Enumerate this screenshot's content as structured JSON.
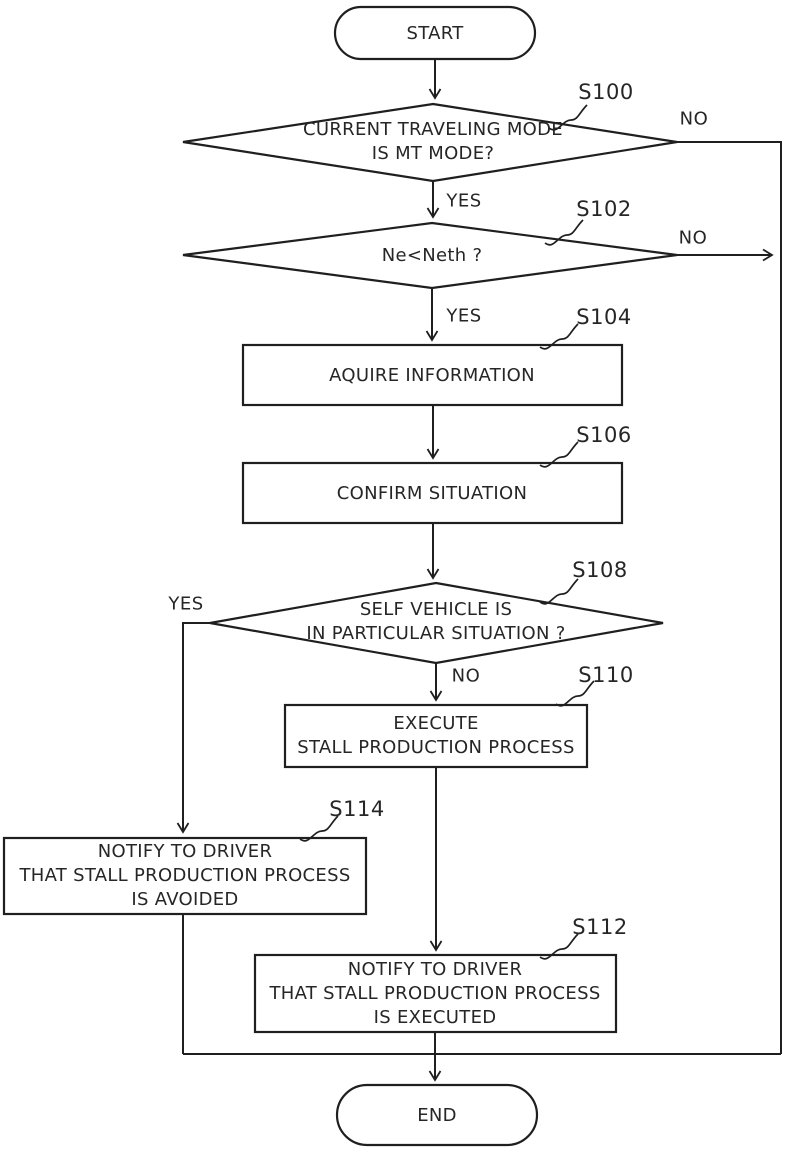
{
  "meta": {
    "figure_type": "patent-flowchart",
    "background_color": "#ffffff",
    "line_color": "#1f1f1f",
    "text_color": "#262626"
  },
  "nodes": {
    "start": {
      "label": "START"
    },
    "s100": {
      "step": "S100",
      "text1": "CURRENT TRAVELING MODE",
      "text2": "IS MT MODE?",
      "no": "NO",
      "yes": "YES"
    },
    "s102": {
      "step": "S102",
      "text1": "Ne<Neth ?",
      "no": "NO",
      "yes": "YES"
    },
    "s104": {
      "step": "S104",
      "text1": "AQUIRE INFORMATION"
    },
    "s106": {
      "step": "S106",
      "text1": "CONFIRM SITUATION"
    },
    "s108": {
      "step": "S108",
      "text1": "SELF VEHICLE IS",
      "text2": "IN PARTICULAR SITUATION ?",
      "yes": "YES",
      "no": "NO"
    },
    "s110": {
      "step": "S110",
      "text1": "EXECUTE",
      "text2": "STALL PRODUCTION PROCESS"
    },
    "s114": {
      "step": "S114",
      "text1": "NOTIFY TO DRIVER",
      "text2": "THAT STALL PRODUCTION PROCESS",
      "text3": "IS AVOIDED"
    },
    "s112": {
      "step": "S112",
      "text1": "NOTIFY TO DRIVER",
      "text2": "THAT STALL PRODUCTION PROCESS",
      "text3": "IS EXECUTED"
    },
    "end": {
      "label": "END"
    }
  }
}
